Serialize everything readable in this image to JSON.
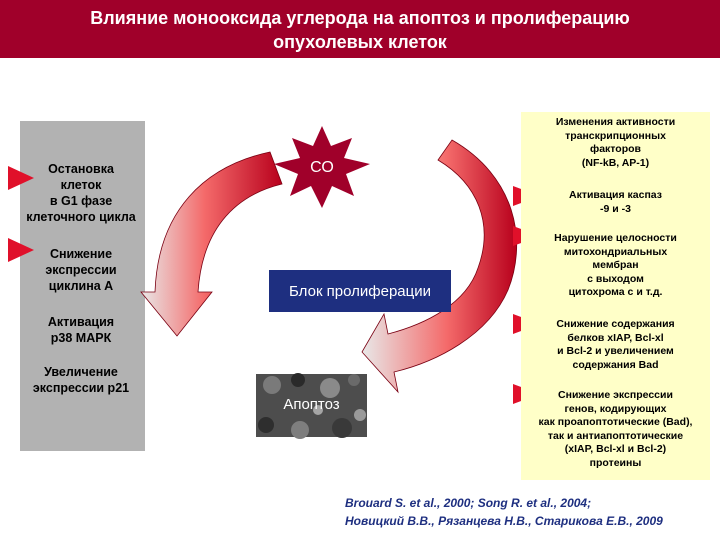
{
  "header": {
    "title_line1": "Влияние монооксида углерода на апоптоз и пролиферацию",
    "title_line2": "опухолевых клеток"
  },
  "left_panel": {
    "item1": [
      "Остановка",
      "клеток",
      "в G1 фазе",
      "клеточного цикла"
    ],
    "item2": [
      "Снижение",
      "экспрессии",
      "циклина А"
    ],
    "item3": [
      "Активация",
      "р38 МАРК"
    ],
    "item4": [
      "Увеличение",
      "экспрессии р21"
    ]
  },
  "center": {
    "co_label": "СО",
    "proliferation_label": "Блок пролиферации",
    "apoptosis_label": "Апоптоз"
  },
  "right_panel": {
    "item1": [
      "Изменения активности",
      "транскрипционных",
      "факторов",
      "(NF-kB, AP-1)"
    ],
    "item2": [
      "Активация каспаз",
      "-9 и -3"
    ],
    "item3": [
      "Нарушение целосности",
      "митохондриальных",
      "мембран",
      "с выходом",
      "цитохрома с и т.д."
    ],
    "item4": [
      "Снижение содержания",
      "белков xIAP, Bcl-xl",
      "и Bcl-2 и увеличением",
      "содержания Bad"
    ],
    "item5": [
      "Снижение экспрессии",
      "генов, кодирующих",
      "как проапоптотические (Bad),",
      "так и антиапоптотические",
      "(xIAP, Bcl-xl и Bcl-2)",
      "протеины"
    ]
  },
  "references": {
    "line1": "Brouard S. et al., 2000; Song R. et al., 2004;",
    "line2": "Новицкий В.В., Рязанцева Н.В., Старикова Е.В., 2009"
  },
  "colors": {
    "header": "#a0002a",
    "arrow_red": "#e0102a",
    "arrow_gradient_dark": "#8a0018",
    "box_blue": "#1e2f80",
    "panel_gray": "#b2b2b2",
    "panel_yellow": "#ffffc8"
  }
}
